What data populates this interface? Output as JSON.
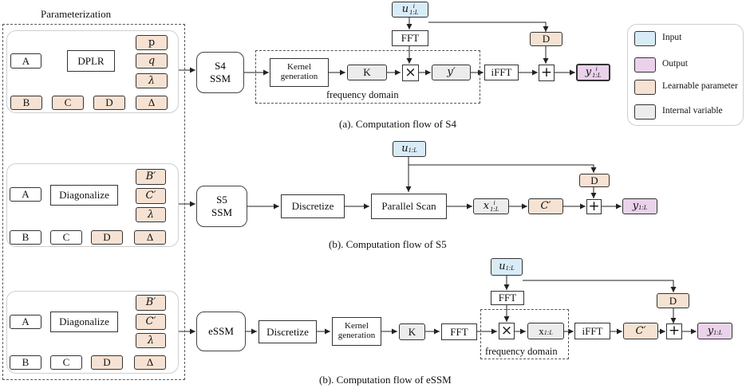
{
  "title": "Parameterization",
  "s4": {
    "a": "A",
    "dplr": "DPLR",
    "p": "p",
    "q": "q",
    "lambda": "λ",
    "b": "B",
    "c": "C",
    "d": "D",
    "delta": "Δ",
    "ssm_l1": "S4",
    "ssm_l2": "SSM",
    "kernel": "Kernel generation",
    "k": "K",
    "mult": "×",
    "y": "y′",
    "fft": "FFT",
    "ifft": "iFFT",
    "u": "u",
    "u_sup": "i",
    "u_sub": "1:L",
    "dd": "D",
    "plus": "+",
    "out": "y",
    "out_sup": "i",
    "out_sub": "1:L",
    "freq": "frequency domain",
    "caption": "(a). Computation flow of S4"
  },
  "s5": {
    "a": "A",
    "diag": "Diagonalize",
    "bp": "B′",
    "cp": "C′",
    "lambda": "λ",
    "b": "B",
    "c": "C",
    "d": "D",
    "delta": "Δ",
    "ssm_l1": "S5",
    "ssm_l2": "SSM",
    "discretize": "Discretize",
    "scan": "Parallel Scan",
    "x": "x",
    "x_sup": "i",
    "x_sub": "1:L",
    "cout": "C′",
    "u": "u",
    "u_sub": "1:L",
    "dd": "D",
    "plus": "+",
    "out": "y",
    "out_sub": "1:L",
    "caption": "(b). Computation flow of S5"
  },
  "essm": {
    "a": "A",
    "diag": "Diagonalize",
    "bp": "B′",
    "cp": "C′",
    "lambda": "λ",
    "b": "B",
    "c": "C",
    "d": "D",
    "delta": "Δ",
    "ssm": "eSSM",
    "discretize": "Discretize",
    "kernel": "Kernel generation",
    "k": "K",
    "fft1": "FFT",
    "fft2": "FFT",
    "mult": "×",
    "x": "x",
    "x_sub": "1:L",
    "ifft": "iFFT",
    "cout": "C′",
    "u": "u",
    "u_sub": "1:L",
    "dd": "D",
    "plus": "+",
    "out": "y",
    "out_sub": "1:L",
    "freq": "frequency domain",
    "caption": "(b). Computation flow of eSSM"
  },
  "legend": {
    "input": "Input",
    "output": "Output",
    "learnable": "Learnable parameter",
    "internal": "Internal variable"
  },
  "colors": {
    "input": "#d8ecf7",
    "output": "#ead2ea",
    "learnable": "#f6e2d3",
    "internal": "#ececec"
  }
}
